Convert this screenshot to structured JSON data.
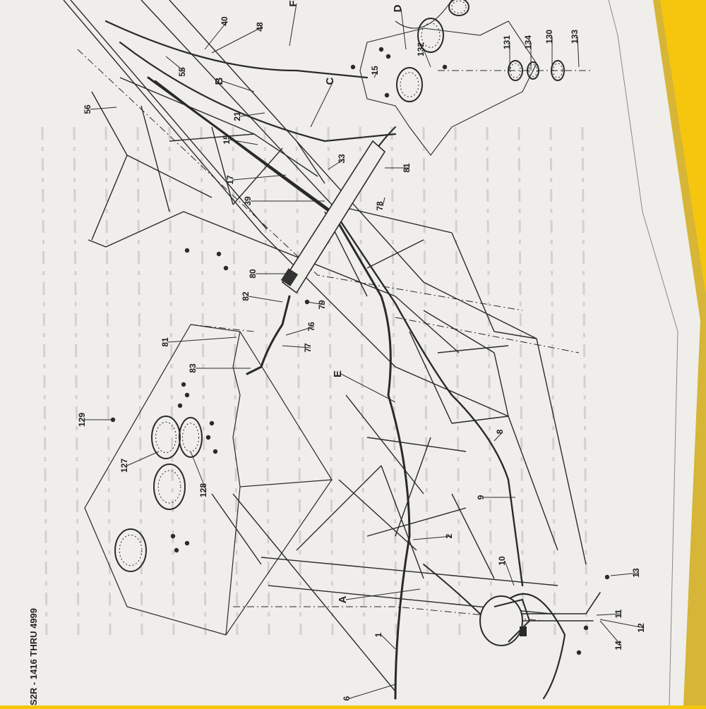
{
  "page": {
    "title": "S2R - 1416 THRU 4999",
    "background_color": "#f6c60f",
    "paper_color": "#efeeea",
    "ink_color": "#2a2a2a"
  },
  "diagram": {
    "letters": [
      "A",
      "B",
      "C",
      "D",
      "E",
      "F"
    ],
    "callouts": [
      "1",
      "2",
      "6",
      "8",
      "9",
      "10",
      "11",
      "12",
      "13",
      "14",
      "15",
      "15",
      "17",
      "21",
      "33",
      "39",
      "40",
      "48",
      "55",
      "56",
      "76",
      "77",
      "78",
      "79",
      "80",
      "81",
      "81",
      "82",
      "83",
      "127",
      "128",
      "129",
      "130",
      "131",
      "132",
      "133",
      "134"
    ]
  }
}
